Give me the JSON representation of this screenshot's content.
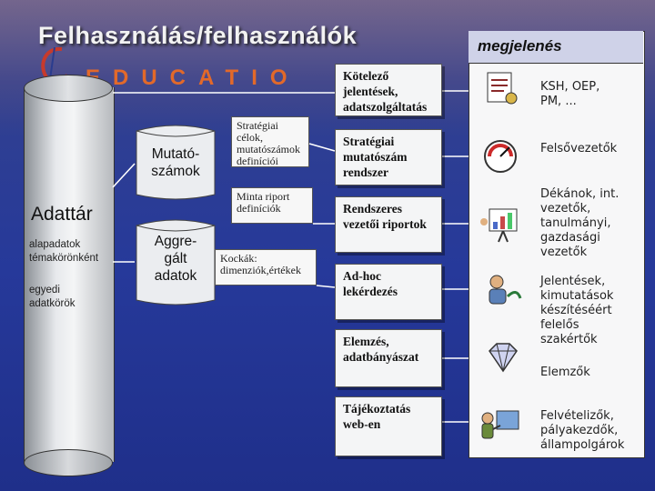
{
  "title": "Felhasználás/felhasználók",
  "logo": "EDUCATIO",
  "repository": {
    "label": "Adattár",
    "items": [
      "alapadatok\ntémakörönként",
      "egyedi\nadatkörök"
    ]
  },
  "indicators": "Mutató-\nszámok",
  "aggregated": "Aggre-\ngált\nadatok",
  "notes": {
    "strategic": "Stratégiai célok, mutatószámok definíciói",
    "template": "Minta riport definíciók",
    "cubes": "Kockák: dimenziók,értékek"
  },
  "outputs": [
    "Kötelező jelentések, adatszolgáltatás",
    "Stratégiai mutatószám rendszer",
    "Rendszeres vezetői riportok",
    "Ad-hoc lekérdezés",
    "Elemzés, adatbányászat",
    "Tájékoztatás web-en"
  ],
  "panel_title": "megjelenés",
  "audiences": [
    {
      "text": "KSH, OEP,\nPM, ...",
      "icon": "document-icon"
    },
    {
      "text": "Felsővezetők",
      "icon": "gauge-icon"
    },
    {
      "text": "Dékánok, int.\nvezetők,\ntanulmányi,\ngazdasági\nvezetők",
      "icon": "presentation-icon"
    },
    {
      "text": "Jelentések,\nkimutatások\nkészítéséért\nfelelős\nszakértők",
      "icon": "analyst-icon"
    },
    {
      "text": "Elemzők",
      "icon": "diamond-icon"
    },
    {
      "text": "Felvételizők,\npályakezdők,\nállampolgárok",
      "icon": "web-user-icon"
    }
  ],
  "colors": {
    "accent": "#e2692a",
    "background": "#26399a"
  }
}
